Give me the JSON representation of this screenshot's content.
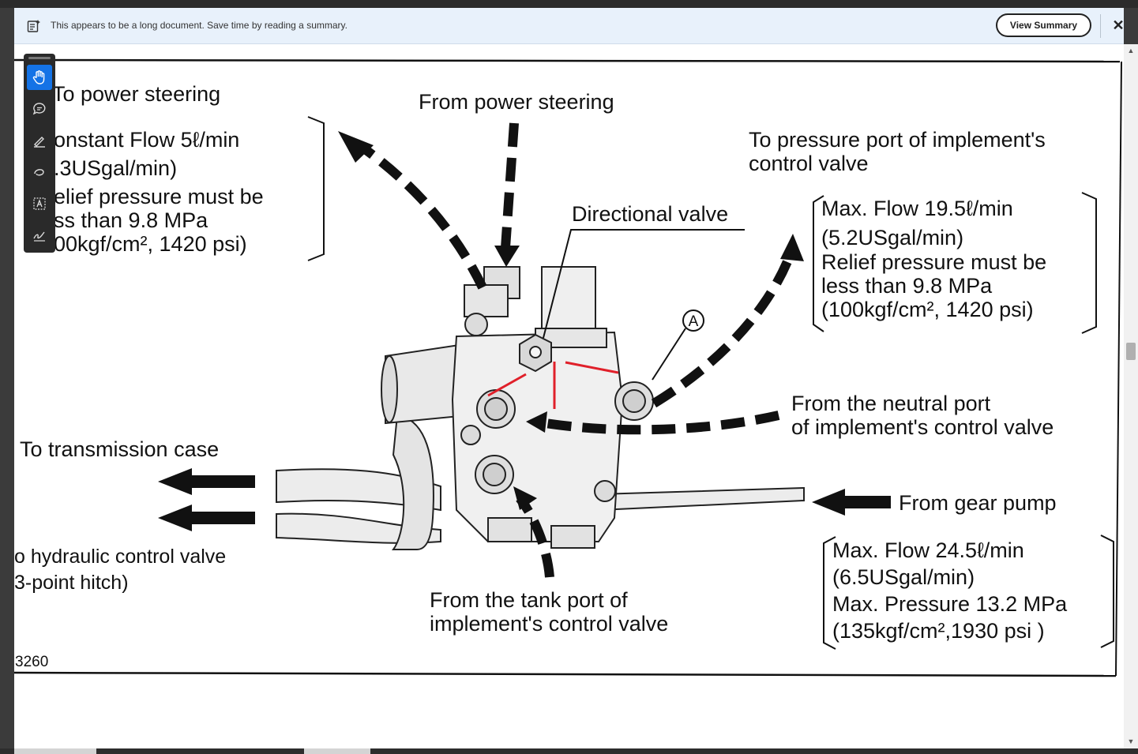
{
  "banner": {
    "message": "This appears to be a long document. Save time by reading a summary.",
    "view_summary_label": "View Summary",
    "close_label": "✕"
  },
  "toolbar": {
    "tools": [
      {
        "icon": "hand-icon",
        "active": true
      },
      {
        "icon": "comment-icon",
        "active": false
      },
      {
        "icon": "highlight-pen-icon",
        "active": false
      },
      {
        "icon": "draw-icon",
        "active": false
      },
      {
        "icon": "text-box-icon",
        "active": false
      },
      {
        "icon": "sign-icon",
        "active": false
      }
    ]
  },
  "diagram": {
    "power_steering_out": {
      "title": "To power steering",
      "lines": [
        "onstant  Flow 5ℓ/min",
        ".3USgal/min)",
        "elief pressure must be",
        "ss than 9.8 MPa",
        "00kgf/cm², 1420 psi)"
      ]
    },
    "from_power_steering": "From power steering",
    "directional_valve": "Directional valve",
    "implement_pressure_port": {
      "line1": "To pressure port of implement's",
      "line2": "control valve",
      "specs": [
        "Max. Flow 19.5ℓ/min",
        "(5.2USgal/min)",
        "Relief pressure must be",
        "less than 9.8 MPa",
        "(100kgf/cm², 1420 psi)"
      ]
    },
    "marker_a": "A",
    "neutral_port": {
      "line1": "From the neutral port",
      "line2": "of implement's control valve"
    },
    "transmission_case": "To transmission case",
    "hydraulic_control_valve": {
      "line1": "o hydraulic control  valve",
      "line2": "3-point  hitch)"
    },
    "gear_pump": {
      "label": "From gear pump",
      "specs": [
        "Max. Flow 24.5ℓ/min",
        "(6.5USgal/min)",
        "Max. Pressure 13.2 MPa",
        "(135kgf/cm²,1930 psi )"
      ]
    },
    "tank_port": {
      "line1": "From the tank port of",
      "line2": "implement's control valve"
    },
    "figure_code": "3260"
  },
  "colors": {
    "banner_bg": "#e8f1fb",
    "accent_active_tool": "#1473e6",
    "annotation_red": "#e0202a",
    "ink": "#111111"
  }
}
